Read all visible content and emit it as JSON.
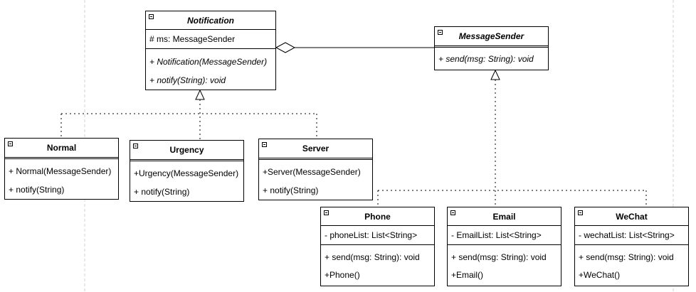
{
  "diagram": {
    "classes": {
      "notification": {
        "name": "Notification",
        "attributes": [
          "# ms: MessageSender"
        ],
        "operations": [
          "+ Notification(MessageSender)",
          "+ notify(String): void"
        ]
      },
      "message_sender": {
        "name": "MessageSender",
        "attributes": [],
        "operations": [
          "+ send(msg: String): void"
        ]
      },
      "normal": {
        "name": "Normal",
        "attributes": [],
        "operations": [
          "+ Normal(MessageSender)",
          "+ notify(String)"
        ]
      },
      "urgency": {
        "name": "Urgency",
        "attributes": [],
        "operations": [
          "+Urgency(MessageSender)",
          "+ notify(String)"
        ]
      },
      "server": {
        "name": "Server",
        "attributes": [],
        "operations": [
          "+Server(MessageSender)",
          "+ notify(String)"
        ]
      },
      "phone": {
        "name": "Phone",
        "attributes": [
          "- phoneList: List<String>"
        ],
        "operations": [
          "+ send(msg: String): void",
          "+Phone()"
        ]
      },
      "email": {
        "name": "Email",
        "attributes": [
          "- EmailList: List<String>"
        ],
        "operations": [
          "+ send(msg: String): void",
          "+Email()"
        ]
      },
      "wechat": {
        "name": "WeChat",
        "attributes": [
          "- wechatList: List<String>"
        ],
        "operations": [
          "+ send(msg: String): void",
          "+WeChat()"
        ]
      }
    },
    "relations": [
      {
        "type": "aggregation",
        "from": "message_sender",
        "to": "notification"
      },
      {
        "type": "realization",
        "from": "normal",
        "to": "notification"
      },
      {
        "type": "realization",
        "from": "urgency",
        "to": "notification"
      },
      {
        "type": "realization",
        "from": "server",
        "to": "notification"
      },
      {
        "type": "realization",
        "from": "phone",
        "to": "message_sender"
      },
      {
        "type": "realization",
        "from": "email",
        "to": "message_sender"
      },
      {
        "type": "realization",
        "from": "wechat",
        "to": "message_sender"
      }
    ]
  }
}
